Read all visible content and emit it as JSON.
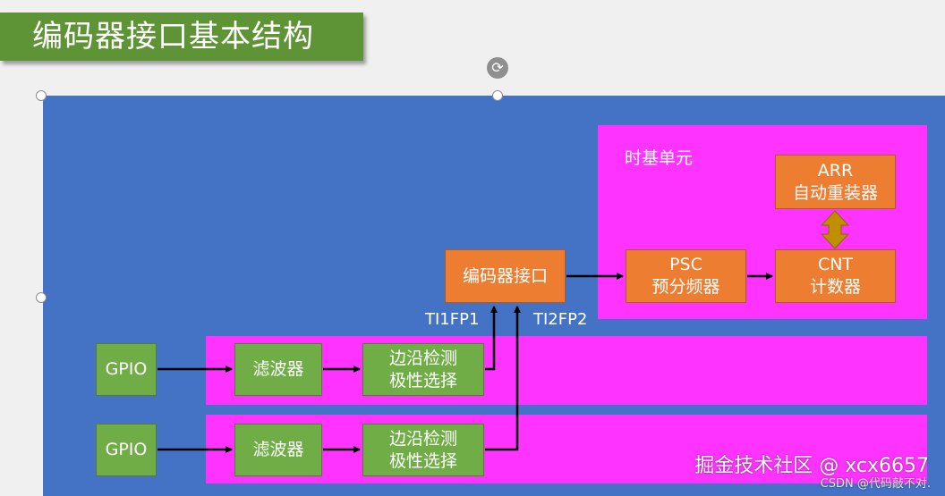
{
  "title": "编码器接口基本结构",
  "time_base": {
    "label": "时基单元"
  },
  "blocks": {
    "arr": "ARR\n自动重装器",
    "psc": "PSC\n预分频器",
    "cnt": "CNT\n计数器",
    "encoder": "编码器接口",
    "gpio1": "GPIO",
    "gpio2": "GPIO",
    "filter1": "滤波器",
    "filter2": "滤波器",
    "edge1": "边沿检测\n极性选择",
    "edge2": "边沿检测\n极性选择"
  },
  "signals": {
    "ti1fp1": "TI1FP1",
    "ti2fp2": "TI2FP2"
  },
  "watermark": {
    "main": "掘金技术社区 @ xcx6657",
    "sub": "CSDN @代码敲不对."
  },
  "colors": {
    "canvas": "#4472c4",
    "region": "#ff33ff",
    "title_bg": "#5e9436",
    "block_green": "#70ad47",
    "block_orange": "#ed7d31",
    "double_arrow": "#bf8f00"
  }
}
